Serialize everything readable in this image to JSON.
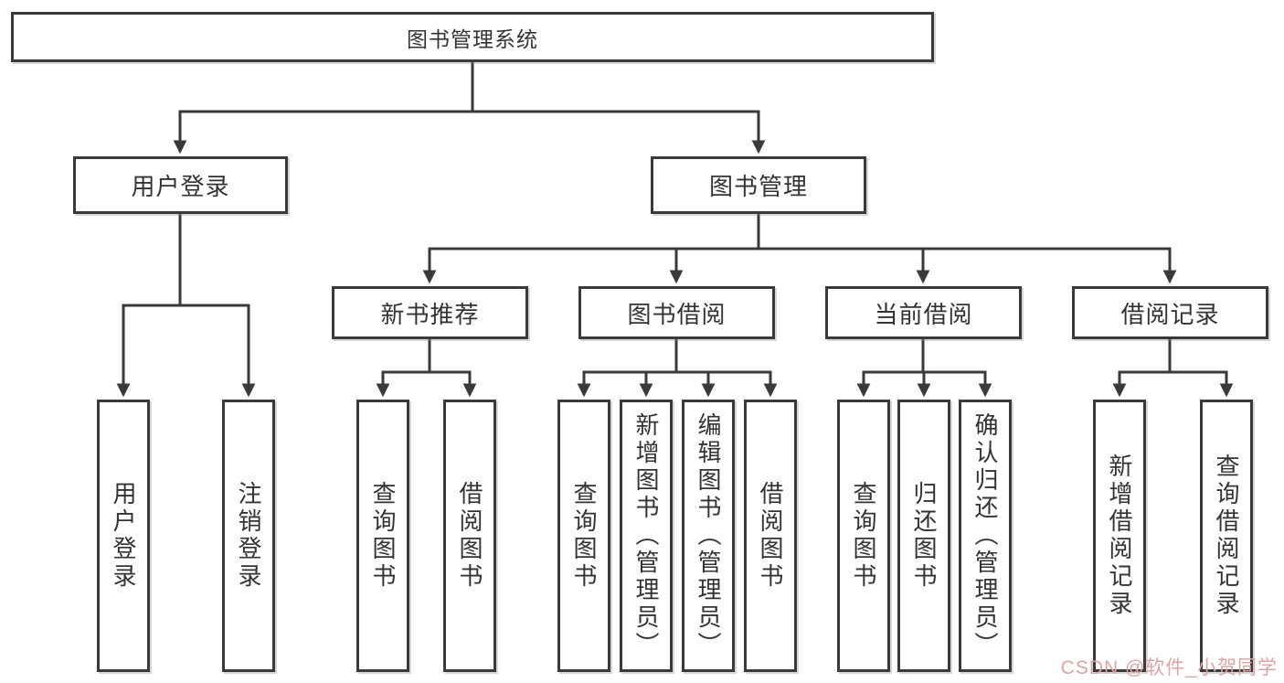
{
  "diagram": {
    "root": {
      "label": "图书管理系统"
    },
    "level2": [
      {
        "label": "用户登录"
      },
      {
        "label": "图书管理"
      }
    ],
    "level3": [
      {
        "label": "新书推荐"
      },
      {
        "label": "图书借阅"
      },
      {
        "label": "当前借阅"
      },
      {
        "label": "借阅记录"
      }
    ],
    "leaves": {
      "user_login": [
        "用户登录",
        "注销登录"
      ],
      "new_book": [
        "查询图书",
        "借阅图书"
      ],
      "borrow": [
        "查询图书",
        "新增图书（管理员）",
        "编辑图书（管理员）",
        "借阅图书"
      ],
      "current": [
        "查询图书",
        "归还图书",
        "确认归还（管理员）"
      ],
      "records": [
        "新增借阅记录",
        "查询借阅记录"
      ]
    }
  },
  "watermark": {
    "text": "CSDN @软件_小贺同学"
  },
  "colors": {
    "line": "#3a3a3a",
    "text": "#333333",
    "watermark": "#dfa3a3",
    "background": "#ffffff"
  }
}
